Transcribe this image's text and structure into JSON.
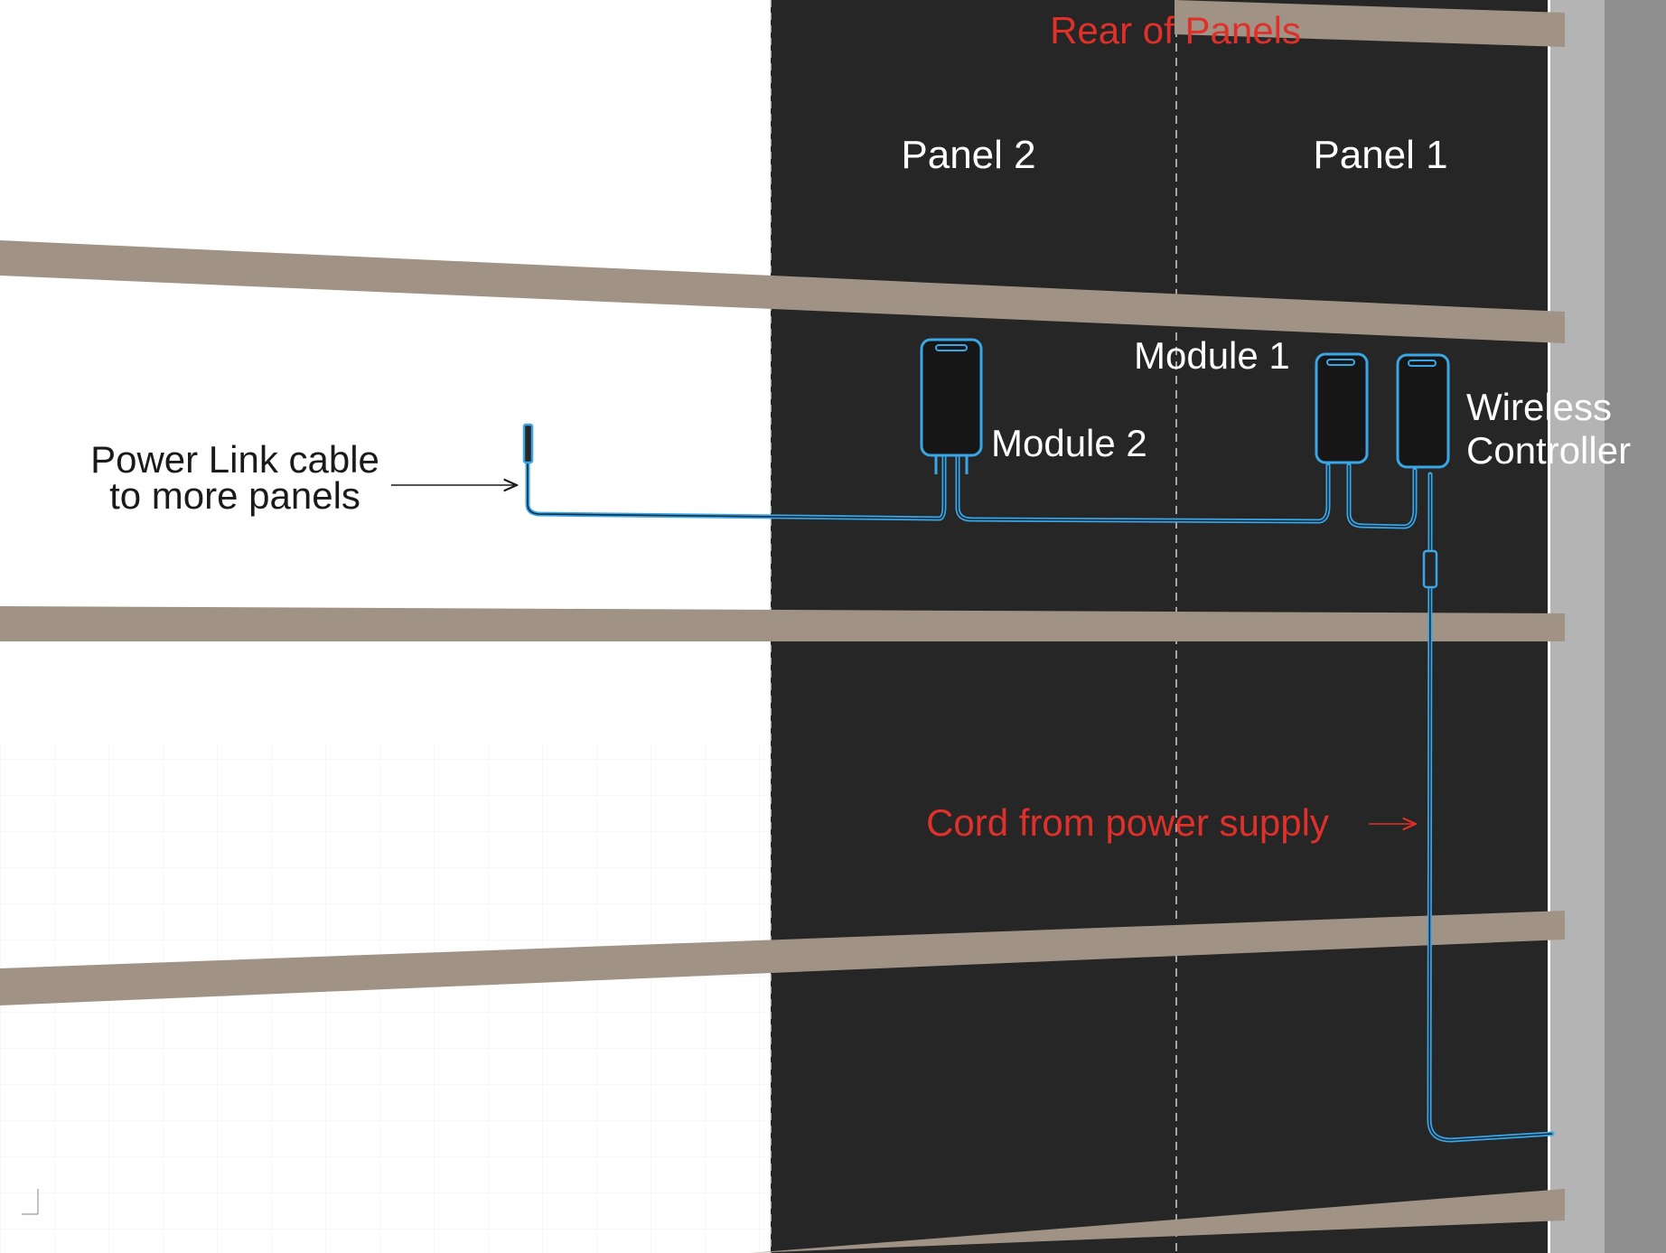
{
  "title": "Rear of Panels",
  "panels": [
    {
      "label": "Panel 2"
    },
    {
      "label": "Panel 1"
    }
  ],
  "modules": {
    "module_1": "Module 1",
    "module_2": "Module 2",
    "controller_line1": "Wireless",
    "controller_line2": "Controller"
  },
  "callouts": {
    "power_link_line1": "Power Link cable",
    "power_link_line2": "to more panels",
    "cord": "Cord from power supply"
  },
  "colors": {
    "panel": "#262626",
    "batten": "#a09386",
    "cable": "#3aa6e6",
    "label_red": "#e0302a",
    "wall_edge": "#b4b4b4"
  },
  "icons": [
    "arrow-right-icon",
    "axis-indicator-icon"
  ]
}
